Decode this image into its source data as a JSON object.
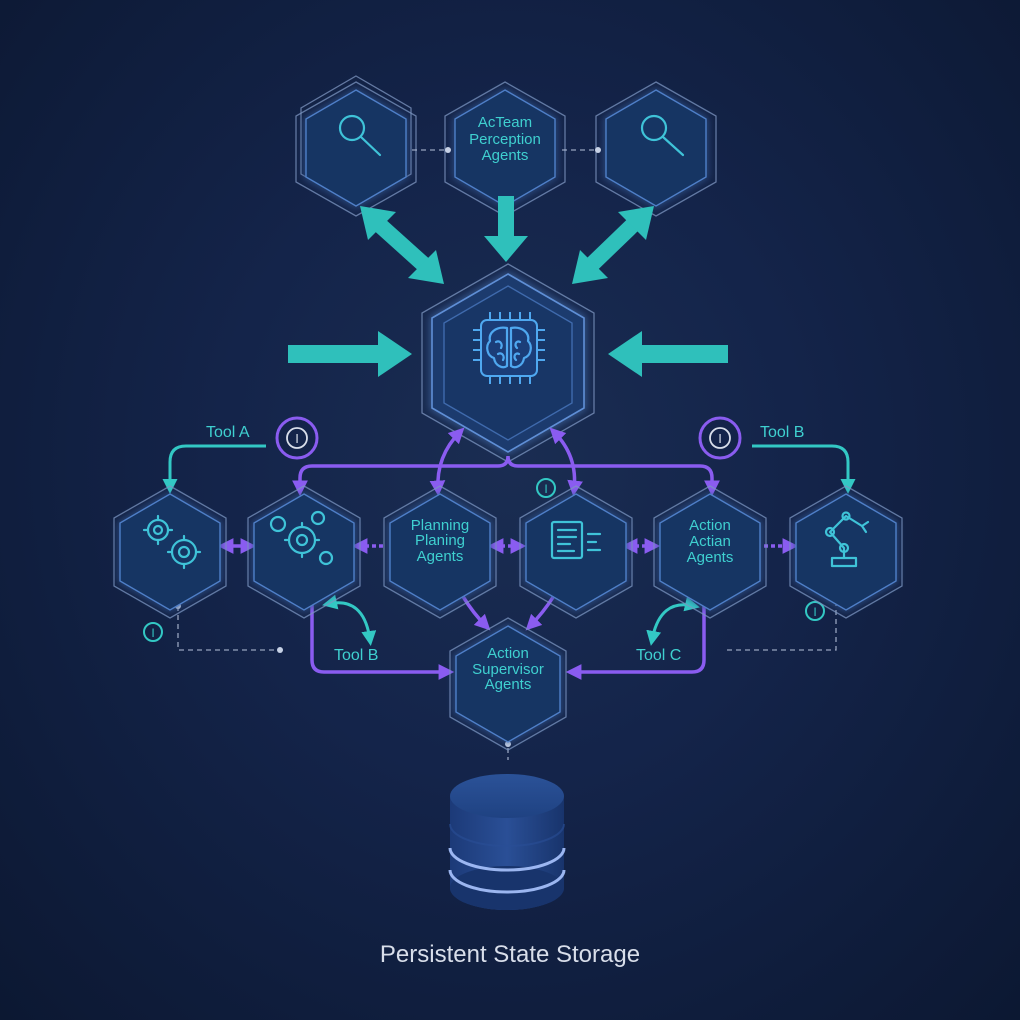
{
  "diagram": {
    "perception": {
      "center_label": [
        "AcTeam",
        "Perception",
        "Agents"
      ]
    },
    "agents": {
      "planning_label": [
        "Planning",
        "Planing",
        "Agents"
      ],
      "action_label": [
        "Action",
        "Actian",
        "Agents"
      ],
      "supervisor_label": [
        "Action",
        "Supervisor",
        "Agents"
      ]
    },
    "tools": {
      "tool_a": "Tool A",
      "tool_b_top": "Tool B",
      "tool_b_bottom": "Tool B",
      "tool_c": "Tool C"
    },
    "info_glyph": "I",
    "storage": {
      "label": "Persistent State Storage"
    },
    "colors": {
      "teal": "#33c8c4",
      "purple": "#8a5cf0",
      "hex_fill": "#1d3a6e",
      "background": "#14244a"
    },
    "icons": [
      "magnifier-icon",
      "brain-chip-icon",
      "gears-icon",
      "document-icon",
      "robot-arm-icon",
      "database-icon",
      "info-icon"
    ]
  }
}
